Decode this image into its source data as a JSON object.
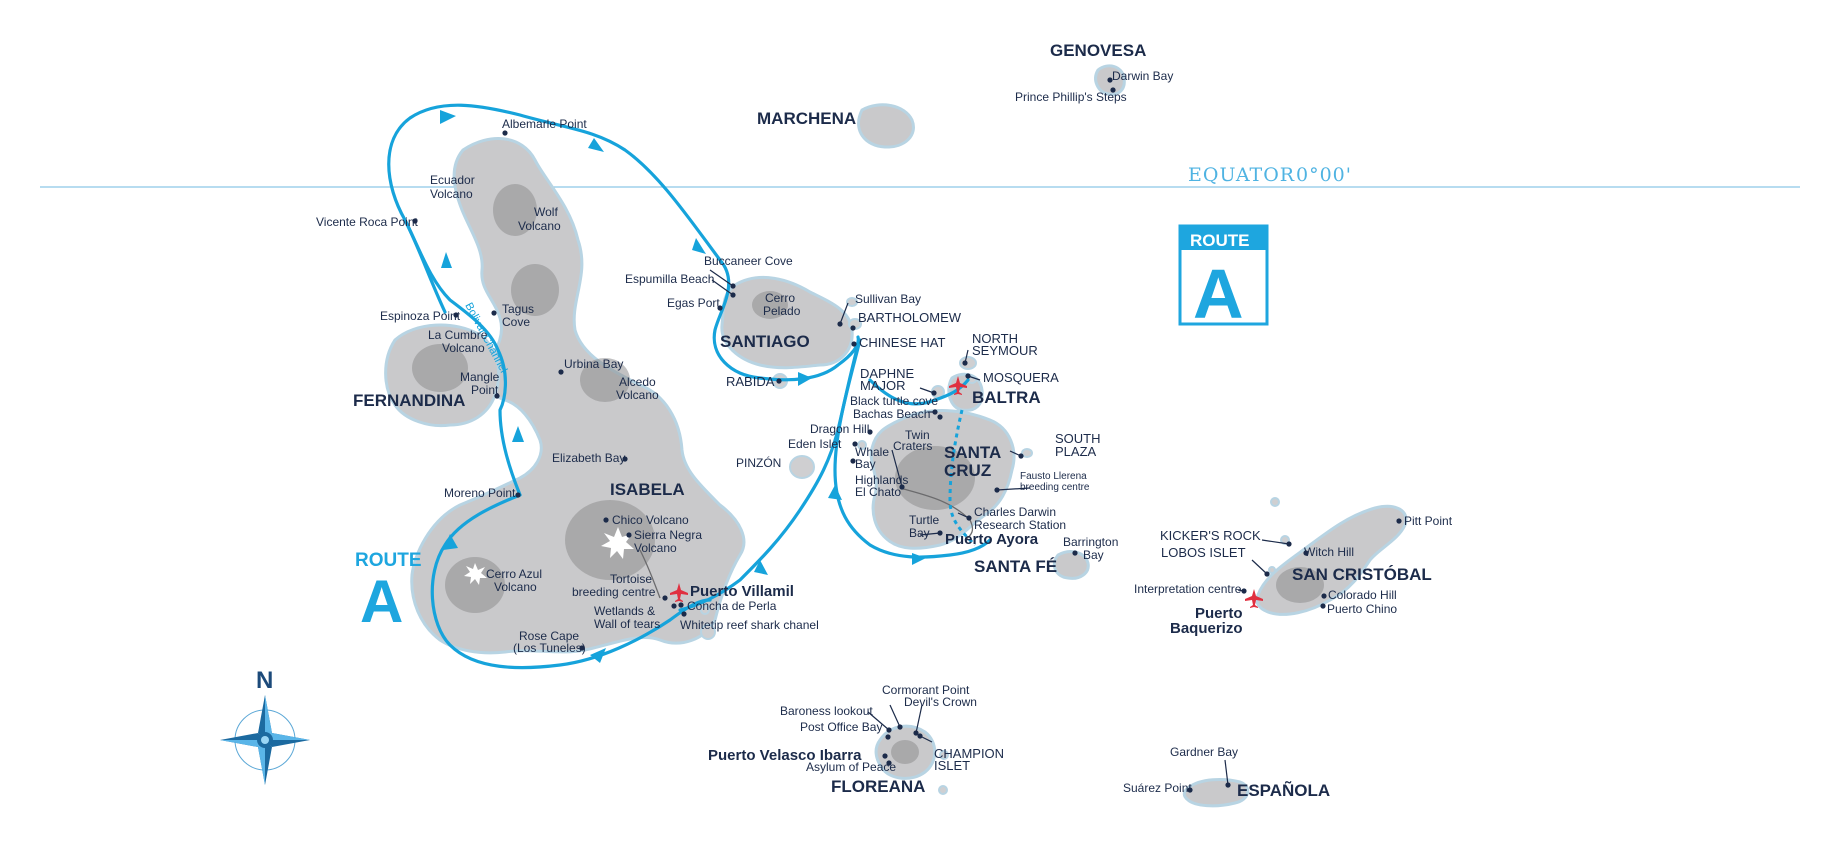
{
  "equator": {
    "label": "EQUATOR",
    "degrees": "0°00'"
  },
  "route_badge": {
    "title": "ROUTE",
    "letter": "A",
    "color": "#1ea6df"
  },
  "route_label": {
    "title": "ROUTE",
    "letter": "A"
  },
  "compass": {
    "north": "N"
  },
  "islands": {
    "genovesa": "GENOVESA",
    "marchena": "MARCHENA",
    "santiago": "SANTIAGO",
    "fernandina": "FERNANDINA",
    "isabela": "ISABELA",
    "pinzon": "PINZÓN",
    "baltra": "BALTRA",
    "santa_cruz_1": "SANTA",
    "santa_cruz_2": "CRUZ",
    "santa_fe": "SANTA FÉ",
    "san_cristobal": "SAN CRISTÓBAL",
    "floreana": "FLOREANA",
    "espanola": "ESPAÑOLA",
    "bartholomew": "BARTHOLOMEW",
    "chinese_hat": "CHINESE HAT",
    "rabida": "RABIDA",
    "north_seymour_1": "NORTH",
    "north_seymour_2": "SEYMOUR",
    "mosquera": "MOSQUERA",
    "daphne_1": "DAPHNE",
    "daphne_2": "MAJOR",
    "south_plaza_1": "SOUTH",
    "south_plaza_2": "PLAZA",
    "kickers_rock": "KICKER'S ROCK",
    "lobos_islet": "LOBOS ISLET",
    "champion_1": "CHAMPION",
    "champion_2": "ISLET"
  },
  "towns": {
    "puerto_villamil": "Puerto Villamil",
    "puerto_ayora": "Puerto Ayora",
    "puerto_baquerizo_1": "Puerto",
    "puerto_baquerizo_2": "Baquerizo",
    "puerto_velasco": "Puerto Velasco Ibarra"
  },
  "channel": "Bolivar Channel",
  "sites": {
    "darwin_bay": "Darwin Bay",
    "prince_phillips": "Prince Phillip's Steps",
    "albemarle_point": "Albemarle Point",
    "ecuador_volcano_1": "Ecuador",
    "ecuador_volcano_2": "Volcano",
    "wolf_volcano_1": "Wolf",
    "wolf_volcano_2": "Volcano",
    "vicente_roca": "Vicente Roca Point",
    "espinoza_point": "Espinoza Point",
    "tagus_cove_1": "Tagus",
    "tagus_cove_2": "Cove",
    "la_cumbre_1": "La Cumbre",
    "la_cumbre_2": "Volcano",
    "mangle_point_1": "Mangle",
    "mangle_point_2": "Point",
    "urbina_bay": "Urbina Bay",
    "alcedo_1": "Alcedo",
    "alcedo_2": "Volcano",
    "elizabeth_bay": "Elizabeth Bay",
    "moreno_point": "Moreno Point",
    "chico_volcano": "Chico Volcano",
    "sierra_negra_1": "Sierra Negra",
    "sierra_negra_2": "Volcano",
    "cerro_azul_1": "Cerro Azul",
    "cerro_azul_2": "Volcano",
    "tortoise_1": "Tortoise",
    "tortoise_2": "breeding centre",
    "wetlands_1": "Wetlands &",
    "wetlands_2": "Wall of tears",
    "concha_perla": "Concha de Perla",
    "whitetip": "Whitetip reef shark chanel",
    "rose_cape_1": "Rose Cape",
    "rose_cape_2": "(Los Tuneles)",
    "buccaneer_cove": "Buccaneer Cove",
    "espumilla_beach": "Espumilla Beach",
    "egas_port": "Egas Port",
    "cerro_pelado_1": "Cerro",
    "cerro_pelado_2": "Pelado",
    "sullivan_bay": "Sullivan Bay",
    "black_turtle": "Black turtle cove",
    "bachas_beach": "Bachas Beach",
    "dragon_hill": "Dragon Hill",
    "eden_islet": "Eden Islet",
    "whale_bay_1": "Whale",
    "whale_bay_2": "Bay",
    "twin_craters_1": "Twin",
    "twin_craters_2": "Craters",
    "highlands_1": "Highlands",
    "highlands_2": "El Chato",
    "fausto_1": "Fausto Llerena",
    "fausto_2": "breeding centre",
    "charles_darwin_1": "Charles Darwin",
    "charles_darwin_2": "Research Station",
    "turtle_bay_1": "Turtle",
    "turtle_bay_2": "Bay",
    "barrington_1": "Barrington",
    "barrington_2": "Bay",
    "pitt_point": "Pitt Point",
    "witch_hill": "Witch Hill",
    "interpretation": "Interpretation centre",
    "colorado_hill": "Colorado Hill",
    "puerto_chino": "Puerto Chino",
    "cormorant_point": "Cormorant Point",
    "devils_crown": "Devil's Crown",
    "baroness": "Baroness lookout",
    "post_office": "Post Office Bay",
    "asylum": "Asylum of Peace",
    "gardner_bay": "Gardner Bay",
    "suarez_point": "Suárez Point"
  }
}
